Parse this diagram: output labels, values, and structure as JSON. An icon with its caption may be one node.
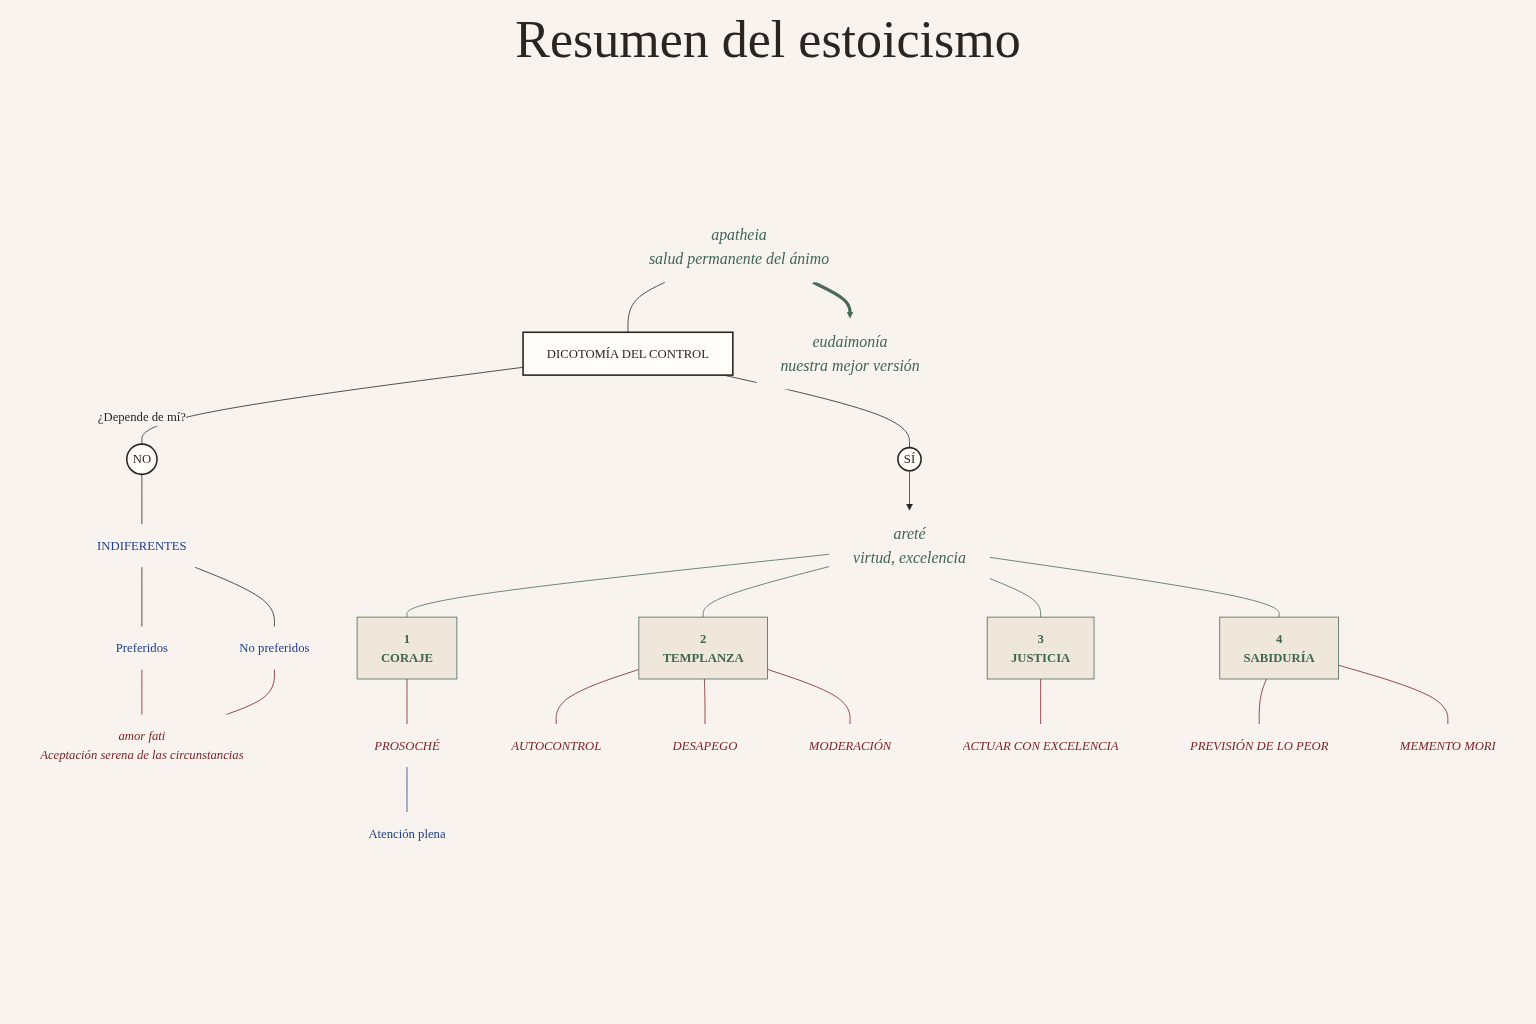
{
  "diagram": {
    "title": "Resumen del estoicismo",
    "nodes": [
      {
        "text": [
          "apatheia",
          "salud permanente del ánimo"
        ]
      },
      {
        "text": [
          "eudaimonía",
          "nuestra mejor versión"
        ]
      },
      {
        "text": [
          "DICOTOMÍA DEL CONTROL"
        ]
      },
      {
        "text": [
          "NO"
        ]
      },
      {
        "text": [
          "SÍ"
        ]
      },
      {
        "text": [
          "INDIFERENTES"
        ]
      },
      {
        "text": [
          "Preferidos"
        ]
      },
      {
        "text": [
          "No preferidos"
        ]
      },
      {
        "text": [
          "amor fati",
          "Aceptación serena de las circunstancias"
        ]
      },
      {
        "text": [
          "areté",
          "virtud, excelencia"
        ]
      },
      {
        "text": [
          "1",
          "CORAJE"
        ]
      },
      {
        "text": [
          "2",
          "TEMPLANZA"
        ]
      },
      {
        "text": [
          "3",
          "JUSTICIA"
        ]
      },
      {
        "text": [
          "4",
          "SABIDURÍA"
        ]
      },
      {
        "text": [
          "PROSOCHÉ"
        ]
      },
      {
        "text": [
          "Atención plena"
        ]
      },
      {
        "text": [
          "AUTOCONTROL"
        ]
      },
      {
        "text": [
          "DESAPEGO"
        ]
      },
      {
        "text": [
          "MODERACIÓN"
        ]
      },
      {
        "text": [
          "ACTUAR CON EXCELENCIA"
        ]
      },
      {
        "text": [
          "PREVISIÓN DE LO PEOR"
        ]
      },
      {
        "text": [
          "MEMENTO MORI"
        ]
      }
    ],
    "edges": [
      {
        "from": 0,
        "to": 1,
        "arrow": "to",
        "style": "thick",
        "color": "#4a6b55"
      },
      {
        "from": 0,
        "to": 2,
        "arrow": "none"
      },
      {
        "from": 2,
        "to": 3,
        "arrow": "none",
        "label": "¿Depende de mí?"
      },
      {
        "from": 2,
        "to": 4,
        "arrow": "none"
      },
      {
        "from": 3,
        "to": 5,
        "arrow": "none"
      },
      {
        "from": 4,
        "to": 9,
        "arrow": "to"
      },
      {
        "from": 5,
        "to": 6,
        "arrow": "none"
      },
      {
        "from": 5,
        "to": 7,
        "arrow": "none"
      },
      {
        "from": 6,
        "to": 8,
        "arrow": "none",
        "color": "#7a1f24"
      },
      {
        "from": 7,
        "to": 8,
        "arrow": "none",
        "color": "#7a1f24"
      },
      {
        "from": 9,
        "to": 10,
        "arrow": "none",
        "color": "#4a6b55"
      },
      {
        "from": 9,
        "to": 11,
        "arrow": "none",
        "color": "#4a6b55"
      },
      {
        "from": 9,
        "to": 12,
        "arrow": "none",
        "color": "#4a6b55"
      },
      {
        "from": 9,
        "to": 13,
        "arrow": "none",
        "color": "#4a6b55"
      },
      {
        "from": 10,
        "to": 14,
        "arrow": "none",
        "color": "#7a1f24"
      },
      {
        "from": 14,
        "to": 15,
        "arrow": "none",
        "color": "#1f3f8a"
      },
      {
        "from": 11,
        "to": 16,
        "arrow": "none",
        "color": "#7a1f24"
      },
      {
        "from": 11,
        "to": 17,
        "arrow": "none",
        "color": "#7a1f24"
      },
      {
        "from": 11,
        "to": 18,
        "arrow": "none",
        "color": "#7a1f24"
      },
      {
        "from": 12,
        "to": 19,
        "arrow": "none",
        "color": "#7a1f24"
      },
      {
        "from": 13,
        "to": 20,
        "arrow": "none",
        "color": "#7a1f24"
      },
      {
        "from": 13,
        "to": 21,
        "arrow": "none",
        "color": "#7a1f24"
      }
    ]
  }
}
